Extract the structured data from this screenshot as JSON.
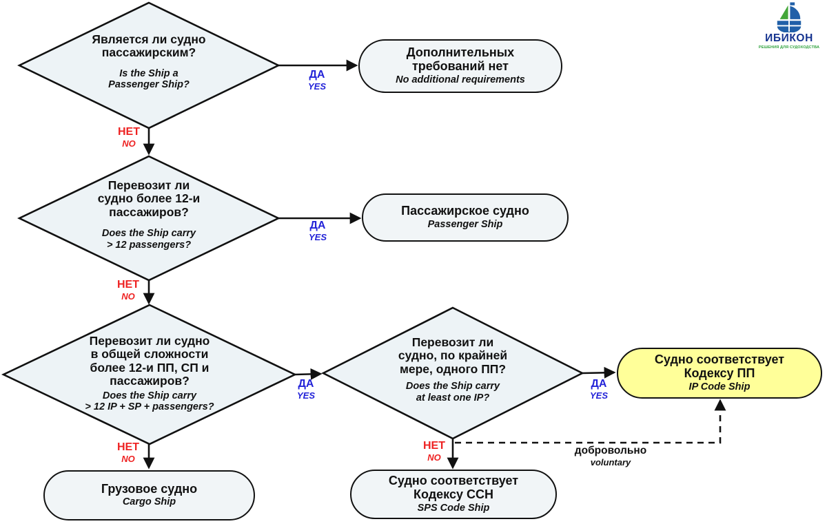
{
  "logo": {
    "name": "ИБИКОН",
    "tagline": "РЕШЕНИЯ ДЛЯ СУДОХОДСТВА",
    "icon": "sailboat-icon"
  },
  "labels": {
    "yes_ru": "ДА",
    "yes_en": "YES",
    "no_ru": "НЕТ",
    "no_en": "NO",
    "voluntary_ru": "добровольно",
    "voluntary_en": "voluntary"
  },
  "decisions": [
    {
      "id": "is-passenger-ship",
      "ru": "Является ли судно\nпассажирским?",
      "en": "Is the Ship a\nPassenger Ship?"
    },
    {
      "id": "carries-more-than-12-passengers",
      "ru": "Перевозит ли\nсудно более 12-и\nпассажиров?",
      "en": "Does the Ship carry\n> 12 passengers?"
    },
    {
      "id": "carries-more-than-12-ip-sp-passengers",
      "ru": "Перевозит ли судно\nв общей сложности\nболее 12-и ПП, СП и\nпассажиров?",
      "en": "Does the Ship carry\n> 12 IP + SP + passengers?"
    },
    {
      "id": "carries-at-least-one-ip",
      "ru": "Перевозит ли\nсудно, по крайней\nмере, одного ПП?",
      "en": "Does the Ship carry\nat least one IP?"
    }
  ],
  "results": [
    {
      "id": "no-additional-requirements",
      "ru": "Дополнительных\nтребований нет",
      "en": "No additional requirements",
      "highlighted": false
    },
    {
      "id": "passenger-ship",
      "ru": "Пассажирское судно",
      "en": "Passenger Ship",
      "highlighted": false
    },
    {
      "id": "ip-code-ship",
      "ru": "Судно соответствует\nКодексу ПП",
      "en": "IP Code Ship",
      "highlighted": true
    },
    {
      "id": "cargo-ship",
      "ru": "Грузовое судно",
      "en": "Cargo Ship",
      "highlighted": false
    },
    {
      "id": "sps-code-ship",
      "ru": "Судно соответствует\nКодексу ССН",
      "en": "SPS Code Ship",
      "highlighted": false
    }
  ],
  "colors": {
    "yes": "#2323d8",
    "no": "#ee2222",
    "diamond_fill": "#edf3f6",
    "box_fill": "#f1f5f7",
    "highlight_fill": "#ffff99",
    "stroke": "#111111",
    "logo_blue": "#2160a8",
    "logo_green": "#43a639",
    "logo_text_blue": "#15338f",
    "logo_text_green": "#2fa23c"
  }
}
